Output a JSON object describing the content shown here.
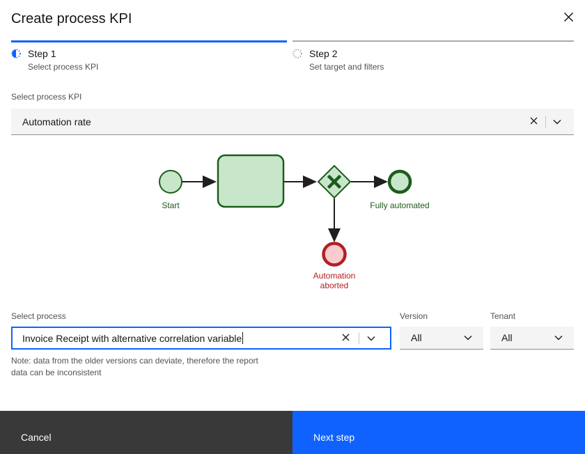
{
  "colors": {
    "accent_blue": "#0f62fe",
    "text_primary": "#161616",
    "text_secondary": "#525252",
    "field_background": "#f4f4f4",
    "field_border_bottom": "#8d8d8d",
    "cancel_button": "#393939",
    "diagram_green_fill": "#c8e6c9",
    "diagram_green_stroke": "#1c5c1c",
    "diagram_red_fill": "#f8cccc",
    "diagram_red_stroke": "#b12025"
  },
  "header": {
    "title": "Create process KPI",
    "close_icon": "close-icon"
  },
  "progress": {
    "steps": [
      {
        "label": "Step 1",
        "description": "Select process KPI",
        "state": "current"
      },
      {
        "label": "Step 2",
        "description": "Set target and filters",
        "state": "upcoming"
      }
    ]
  },
  "kpi": {
    "label": "Select process KPI",
    "value": "Automation rate"
  },
  "diagram": {
    "labels": {
      "start": "Start",
      "success": "Fully automated",
      "aborted": "Automation aborted"
    }
  },
  "process": {
    "label": "Select process",
    "value": "Invoice Receipt with alternative correlation variable"
  },
  "version": {
    "label": "Version",
    "value": "All"
  },
  "tenant": {
    "label": "Tenant",
    "value": "All"
  },
  "note": {
    "line1": "Note: data from the older versions can deviate, therefore the report",
    "line2": "data can be inconsistent"
  },
  "footer": {
    "cancel_label": "Cancel",
    "next_label": "Next step"
  }
}
